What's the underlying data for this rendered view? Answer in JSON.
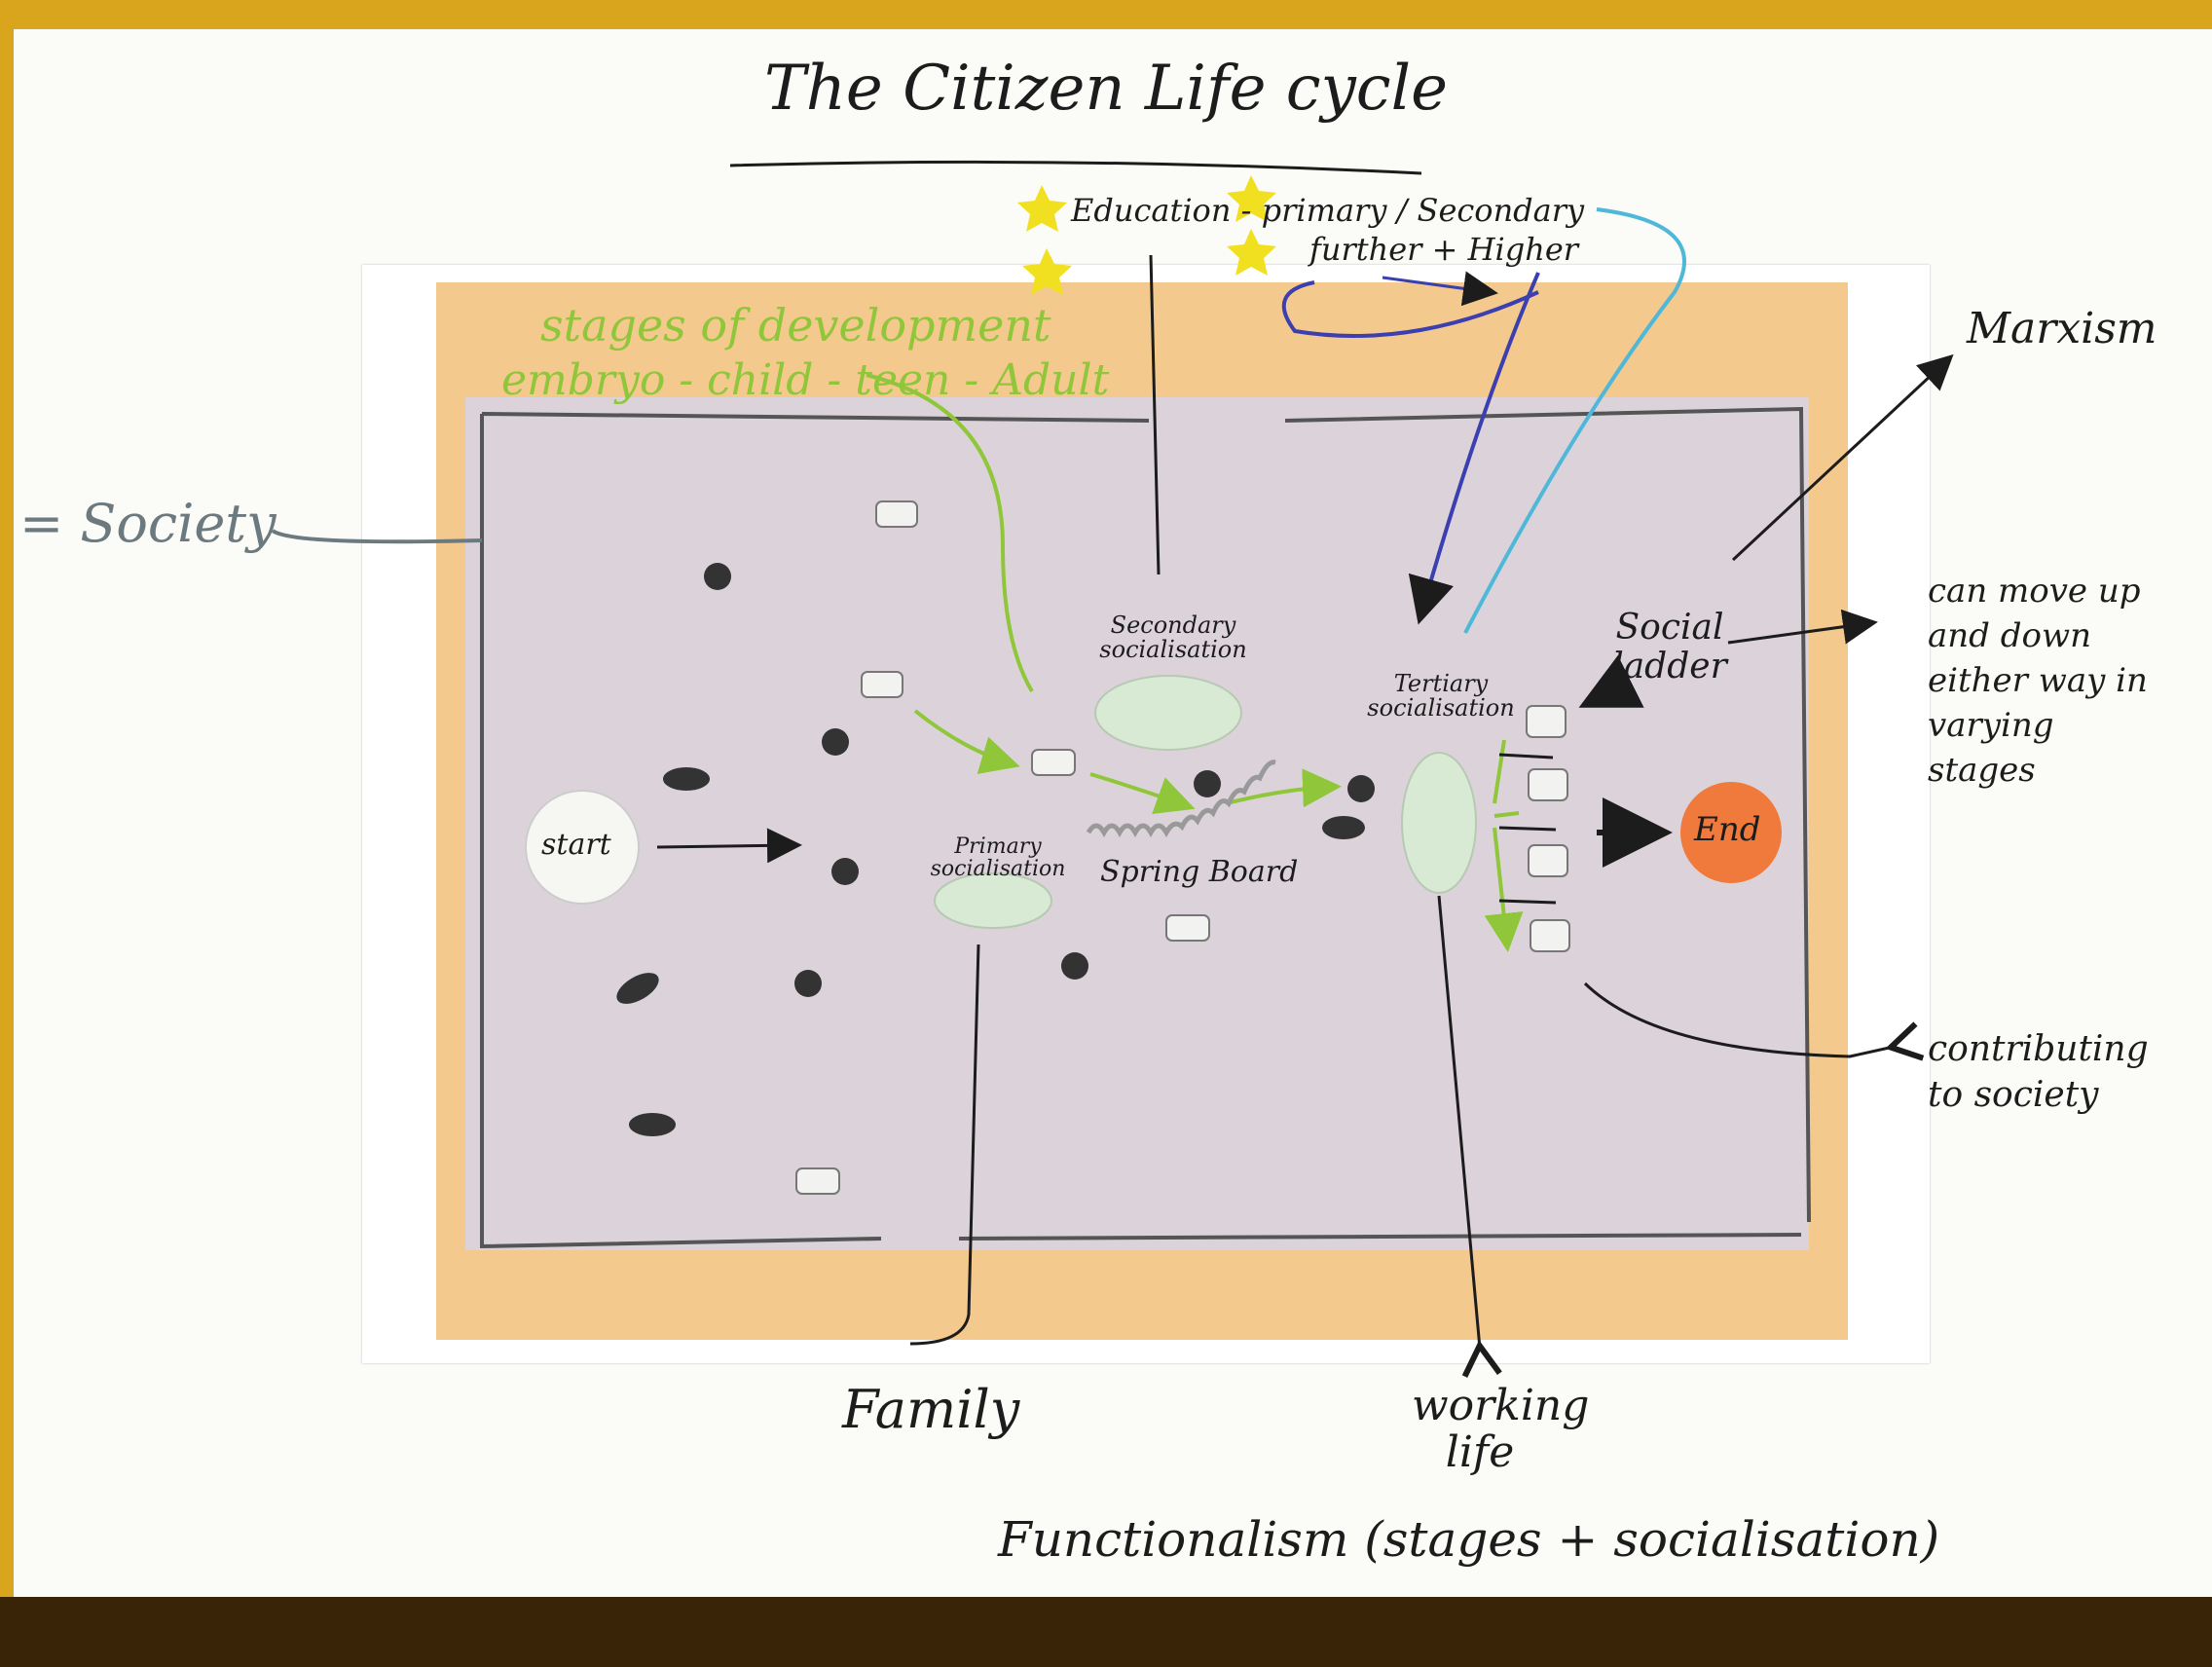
{
  "title": "The Citizen Life cycle",
  "annotations": {
    "education": "Education - primary / Secondary",
    "education_line2": "further + Higher",
    "stages_line1": "stages of development",
    "stages_line2": "embryo - child - teen - Adult",
    "society": "= Society",
    "marxism": "Marxism",
    "mobility": "can move up and down either way in varying stages",
    "contributing": "contributing to society",
    "family": "Family",
    "working_life": "working life",
    "functionalism": "Functionalism (stages + socialisation)"
  },
  "board": {
    "start": "start",
    "end": "End",
    "primary": "Primary socialisation",
    "secondary": "Secondary socialisation",
    "tertiary": "Tertiary socialisation",
    "spring": "Spring Board",
    "ladder": "Social ladder"
  },
  "colors": {
    "frame": "#d9a51c",
    "paper": "#fbfbf8",
    "board_outer": "#f4c98d",
    "board_inner": "#dcd3da",
    "green_ink": "#8fc63a",
    "blue_ink": "#3b3fb0",
    "cyan_ink": "#4fb8d8",
    "grey_ink": "#6c7a7f",
    "end_disc": "#f07a3c",
    "pad": "#d8ead4"
  }
}
